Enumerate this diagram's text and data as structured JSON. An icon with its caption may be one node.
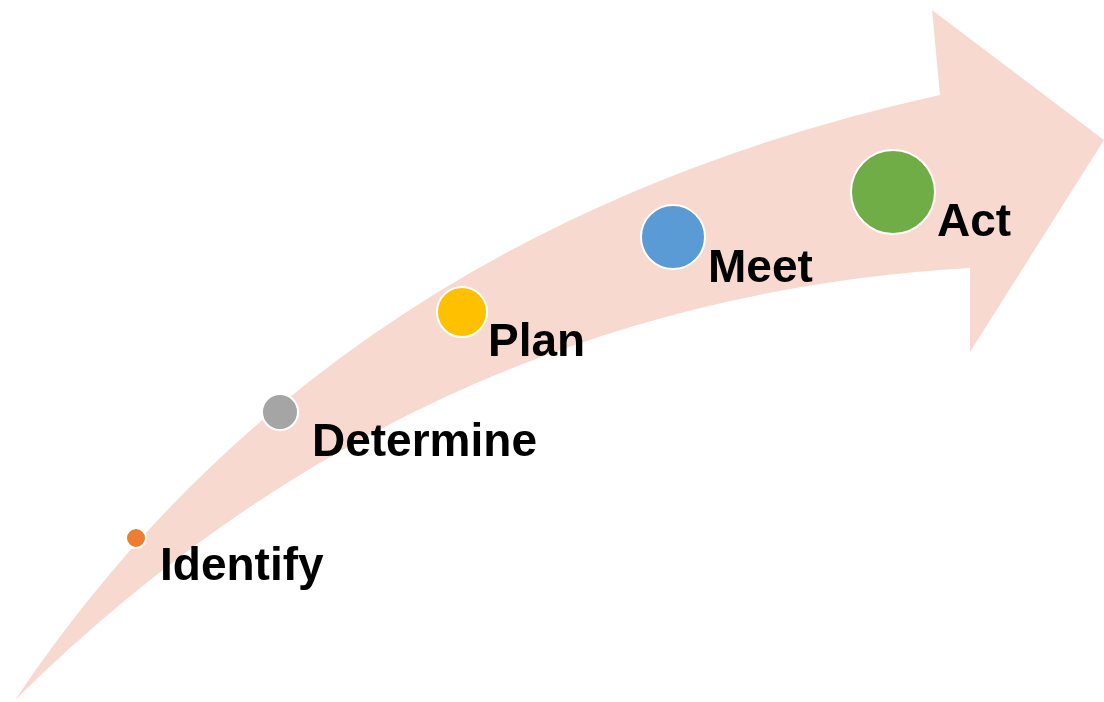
{
  "diagram": {
    "nodes": [
      {
        "text": [
          "Identify"
        ]
      },
      {
        "text": [
          "Determine"
        ]
      },
      {
        "text": [
          "Plan"
        ]
      },
      {
        "text": [
          "Meet"
        ]
      },
      {
        "text": [
          "Act"
        ]
      }
    ]
  }
}
